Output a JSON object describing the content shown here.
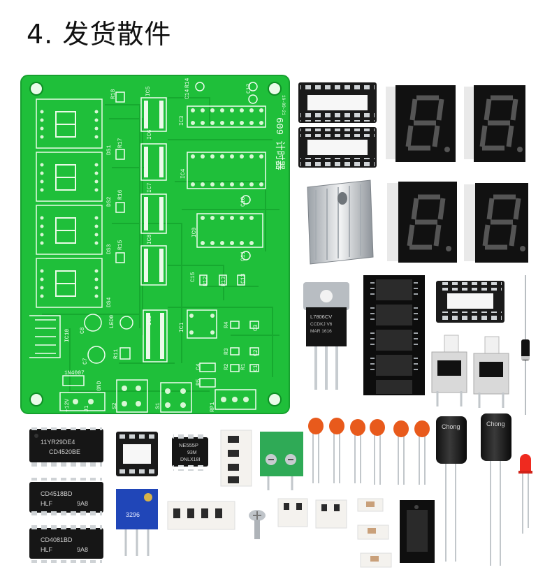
{
  "title": "4. 发货散件",
  "pcb": {
    "board_text": "609 计时器",
    "date_text": "16-09-21",
    "refs": [
      "IC5",
      "IC6",
      "IC7",
      "IC8",
      "IC3",
      "IC4",
      "IC9",
      "IC2",
      "IC1",
      "IC10",
      "C14",
      "C12",
      "C10",
      "C11",
      "C13",
      "C15",
      "C8",
      "C7",
      "C5",
      "C4",
      "C3",
      "C2",
      "C1",
      "R18",
      "R17",
      "R16",
      "R15",
      "R14",
      "R13",
      "R12",
      "R11",
      "R4",
      "R3",
      "R2",
      "R1",
      "R5",
      "DS1",
      "DS2",
      "DS3",
      "DS4",
      "LED0",
      "S1",
      "S2",
      "J1",
      "RP1",
      "+12V",
      "GND",
      "1N4007"
    ]
  },
  "chips": {
    "cd4520": {
      "line1": "11YR29DE4",
      "line2": "CD4520BE"
    },
    "cd4518": {
      "line1": "CD4518BD",
      "line2": "HLF",
      "line3": "9A8"
    },
    "cd4081": {
      "line1": "CD4081BD",
      "line2": "HLF",
      "line3": "9A8"
    },
    "ne555": {
      "line1": "NE555P",
      "line2": "93M",
      "line3": "DNLX18I"
    },
    "l7806": {
      "line1": "L7806CV",
      "line2": "CCDKJ V6",
      "line3": "MAR 1616"
    },
    "pot": {
      "text": "3296"
    },
    "capacitor": {
      "text": "Chong"
    }
  }
}
